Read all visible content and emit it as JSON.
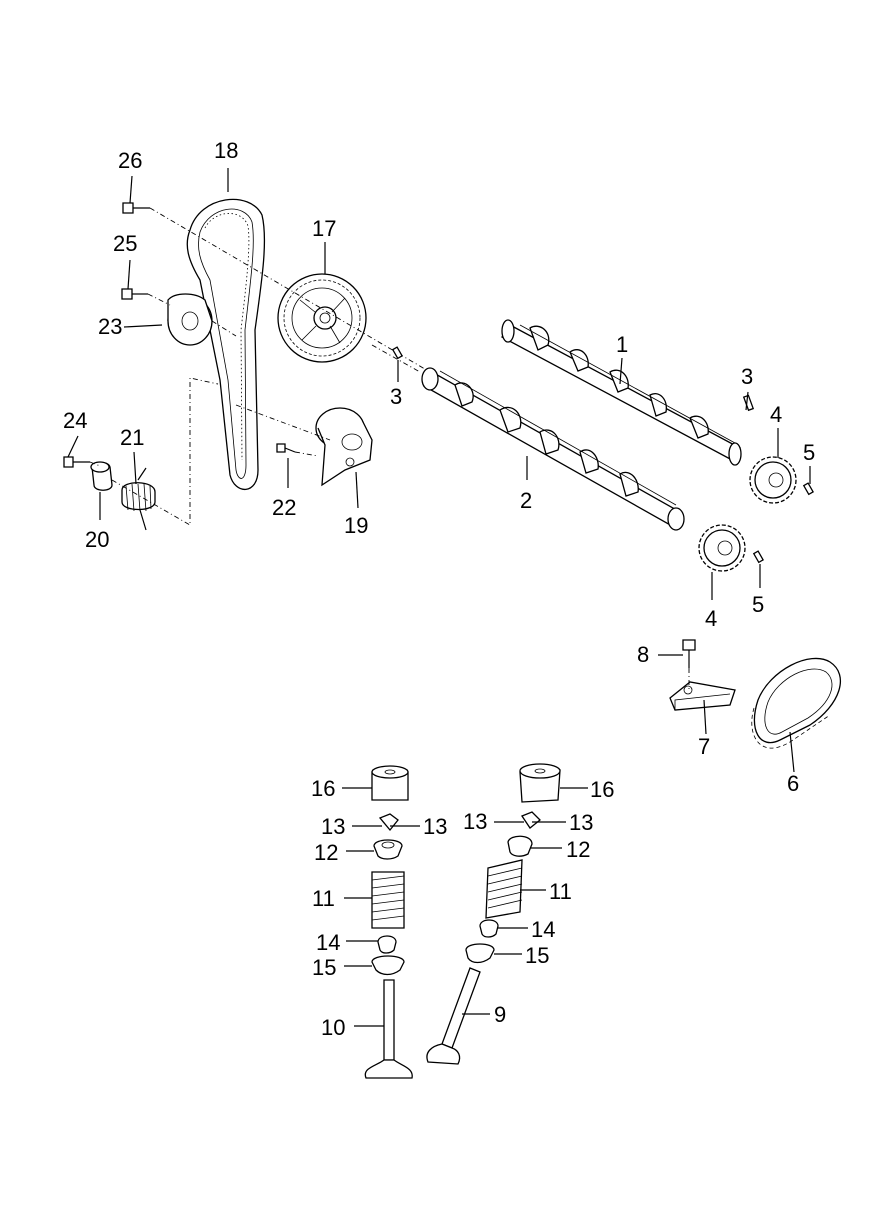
{
  "labels": {
    "p1": "1",
    "p2": "2",
    "p3a": "3",
    "p3b": "3",
    "p4a": "4",
    "p4b": "4",
    "p5a": "5",
    "p5b": "5",
    "p6": "6",
    "p7": "7",
    "p8": "8",
    "p9": "9",
    "p10": "10",
    "p11a": "11",
    "p11b": "11",
    "p12a": "12",
    "p12b": "12",
    "p13a": "13",
    "p13b": "13",
    "p13c": "13",
    "p13d": "13",
    "p14a": "14",
    "p14b": "14",
    "p15a": "15",
    "p15b": "15",
    "p16a": "16",
    "p16b": "16",
    "p17": "17",
    "p18": "18",
    "p19": "19",
    "p20": "20",
    "p21": "21",
    "p22": "22",
    "p23": "23",
    "p24": "24",
    "p25": "25",
    "p26": "26"
  }
}
